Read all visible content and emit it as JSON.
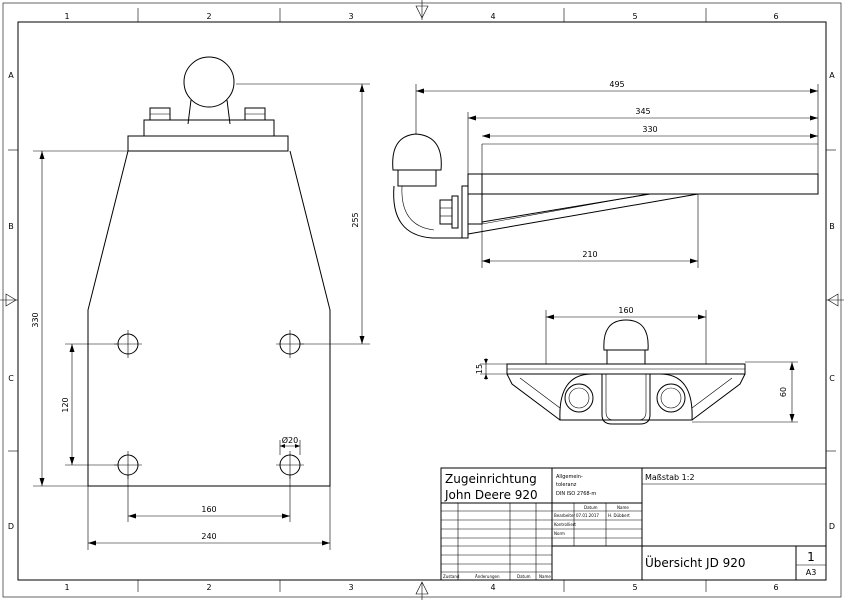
{
  "zones": {
    "columns": [
      "1",
      "2",
      "3",
      "4",
      "5",
      "6"
    ],
    "rows": [
      "A",
      "B",
      "C",
      "D"
    ]
  },
  "dimensions": {
    "front_height_overall": "330",
    "front_height_upper": "255",
    "front_hole_vertical": "120",
    "front_hole_spacing": "160",
    "front_width": "240",
    "front_hole_diameter": "Ø20",
    "side_length_1": "495",
    "side_length_2": "345",
    "side_length_3": "330",
    "side_length_4": "210",
    "top_width": "160",
    "top_small": "15",
    "top_height": "60"
  },
  "title_block": {
    "title_line1": "Zugeinrichtung",
    "title_line2": "John Deere 920",
    "tolerance_label1": "Allgemein-",
    "tolerance_label2": "toleranz",
    "tolerance_std": "DIN ISO 2768-m",
    "scale": "Maßstab 1:2",
    "col_datum": "Datum",
    "col_name": "Name",
    "row_bearb": "Bearbeiter",
    "row_bearb_date": "07.01.2017",
    "row_bearb_name": "H. Dübbert",
    "row_kontr": "Kontrolliert",
    "row_norm": "Norm",
    "drawing_title": "Übersicht  JD 920",
    "sheet_no": "1",
    "format": "A3",
    "rev_zustand": "Zustand",
    "rev_aenderung": "Änderungen",
    "rev_datum": "Datum",
    "rev_name": "Name"
  }
}
